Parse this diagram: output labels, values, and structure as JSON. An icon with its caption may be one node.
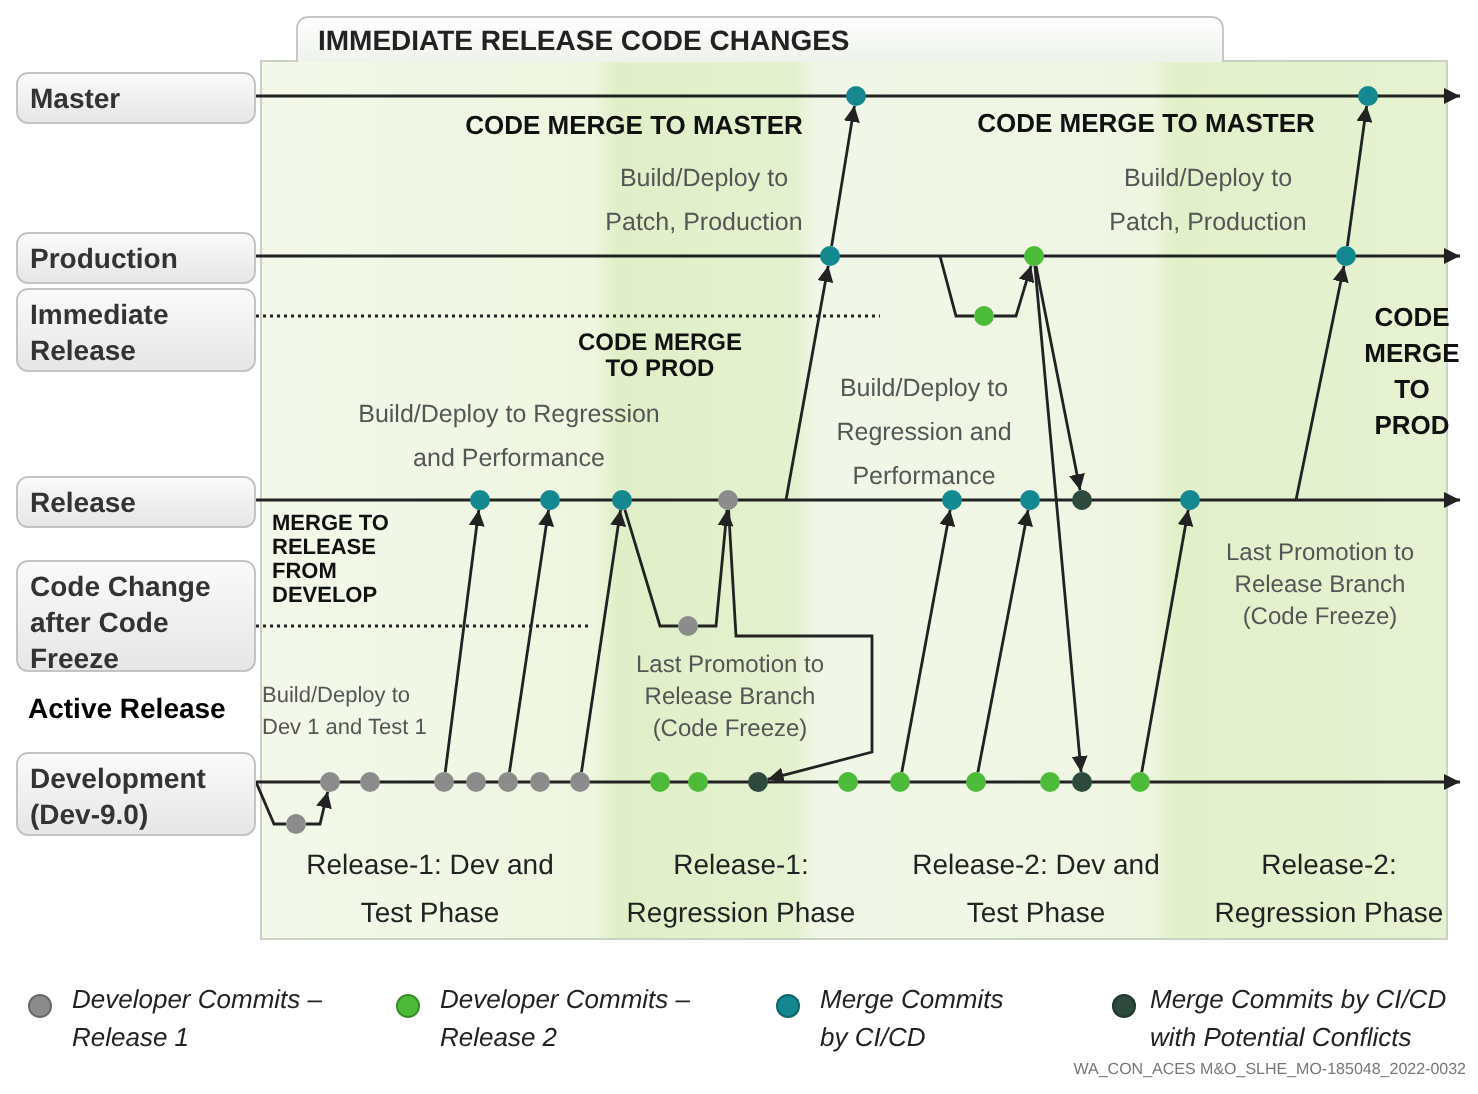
{
  "diagram": {
    "title": "IMMEDIATE RELEASE CODE CHANGES",
    "nodes": [
      {
        "text": [
          "Master"
        ]
      },
      {
        "text": [
          "Production"
        ]
      },
      {
        "text": [
          "Immediate Release"
        ]
      },
      {
        "text": [
          "Release"
        ]
      },
      {
        "text": [
          "Code Change after Code Freeze"
        ]
      },
      {
        "text": [
          "Development (Dev-9.0)"
        ]
      },
      {
        "text": [],
        "shape": "circle"
      },
      {
        "text": [],
        "shape": "circle"
      },
      {
        "text": [],
        "shape": "circle"
      },
      {
        "text": [],
        "shape": "circle"
      },
      {
        "text": [],
        "shape": "circle"
      },
      {
        "text": [],
        "shape": "circle"
      },
      {
        "text": [],
        "shape": "circle"
      },
      {
        "text": [],
        "shape": "circle"
      },
      {
        "text": [],
        "shape": "circle"
      },
      {
        "text": [],
        "shape": "circle"
      },
      {
        "text": [],
        "shape": "circle"
      },
      {
        "text": [],
        "shape": "circle"
      },
      {
        "text": [],
        "shape": "circle"
      },
      {
        "text": [],
        "shape": "circle"
      },
      {
        "text": [],
        "shape": "circle"
      },
      {
        "text": [],
        "shape": "circle"
      },
      {
        "text": [],
        "shape": "circle"
      },
      {
        "text": [],
        "shape": "circle"
      },
      {
        "text": [],
        "shape": "circle"
      },
      {
        "text": [],
        "shape": "circle"
      },
      {
        "text": [],
        "shape": "circle"
      },
      {
        "text": [],
        "shape": "circle"
      },
      {
        "text": [],
        "shape": "circle"
      },
      {
        "text": [],
        "shape": "circle"
      },
      {
        "text": [],
        "shape": "circle"
      },
      {
        "text": [],
        "shape": "circle"
      },
      {
        "text": [],
        "shape": "circle"
      },
      {
        "text": [],
        "shape": "circle"
      },
      {
        "text": [],
        "shape": "circle"
      },
      {
        "text": [],
        "shape": "circle"
      },
      {
        "text": [],
        "shape": "circle"
      },
      {
        "text": [],
        "shape": "circle"
      }
    ],
    "edges": [
      {
        "from": 0,
        "to": null,
        "arrow": "to"
      },
      {
        "from": 1,
        "to": null,
        "arrow": "to"
      },
      {
        "from": 2,
        "to": null,
        "arrow": "none",
        "style": "dashed"
      },
      {
        "from": 3,
        "to": null,
        "arrow": "to"
      },
      {
        "from": 4,
        "to": null,
        "arrow": "none",
        "style": "dashed"
      },
      {
        "from": 5,
        "to": null,
        "arrow": "to"
      },
      {
        "from": 24,
        "to": 12,
        "arrow": "to"
      },
      {
        "from": 26,
        "to": 13,
        "arrow": "to"
      },
      {
        "from": 28,
        "to": 14,
        "arrow": "to"
      },
      {
        "from": 14,
        "to": 20,
        "arrow": "none"
      },
      {
        "from": 20,
        "to": 15,
        "arrow": "to"
      },
      {
        "from": 15,
        "to": 31,
        "arrow": "to"
      },
      {
        "from": null,
        "to": 8,
        "arrow": "to"
      },
      {
        "from": 8,
        "to": 6,
        "arrow": "to"
      },
      {
        "from": null,
        "to": 11,
        "arrow": "none"
      },
      {
        "from": 11,
        "to": 9,
        "arrow": "to"
      },
      {
        "from": 9,
        "to": 18,
        "arrow": "to"
      },
      {
        "from": 9,
        "to": 36,
        "arrow": "to"
      },
      {
        "from": 33,
        "to": 16,
        "arrow": "to"
      },
      {
        "from": 34,
        "to": 17,
        "arrow": "to"
      },
      {
        "from": 37,
        "to": 19,
        "arrow": "to"
      },
      {
        "from": null,
        "to": 10,
        "arrow": "to"
      },
      {
        "from": 10,
        "to": 7,
        "arrow": "to"
      },
      {
        "from": 5,
        "to": 21,
        "arrow": "none"
      },
      {
        "from": 21,
        "to": 22,
        "arrow": "to"
      }
    ],
    "labels": [
      "CODE MERGE TO MASTER",
      "CODE MERGE TO MASTER",
      "Build/Deploy to Patch, Production",
      "Build/Deploy to Patch, Production",
      "CODE MERGE TO PROD",
      "CODE MERGE TO PROD",
      "Build/Deploy to Regression and Performance",
      "Build/Deploy to Regression and Performance",
      "MERGE TO RELEASE FROM DEVELOP",
      "Last Promotion to Release Branch (Code Freeze)",
      "Last Promotion to Release Branch (Code Freeze)",
      "Build/Deploy to Dev 1 and Test 1",
      "Active Release",
      "Release-1: Dev and Test Phase",
      "Release-1: Regression Phase",
      "Release-2: Dev and Test Phase",
      "Release-2: Regression Phase",
      "WA_CON_ACES M&O_SLHE_MO-185048_2022-0032"
    ],
    "legend": [
      {
        "text": "Developer Commits – Release 1",
        "color": "#8c8c8c"
      },
      {
        "text": "Developer Commits – Release 2",
        "color": "#4dbb3a"
      },
      {
        "text": "Merge Commits by CI/CD",
        "color": "#13898f"
      },
      {
        "text": "Merge Commits by CI/CD with Potential Conflicts",
        "color": "#2e4a3c"
      }
    ]
  }
}
